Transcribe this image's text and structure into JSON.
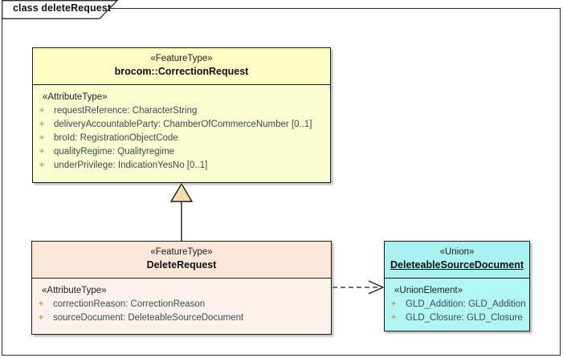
{
  "diagram": {
    "tab_label": "class deleteRequest",
    "type": "uml-class-diagram"
  },
  "colors": {
    "feature_type_fill": "#fdfdd2",
    "feature_type_header_fill": "#fdfdc4",
    "delete_request_fill": "#fdf2eb",
    "delete_request_header_fill": "#fbe6da",
    "union_fill": "#b2f5f5",
    "union_header_fill": "#aaf2f2",
    "border": "#1c1c1c",
    "visibility_marker": "#c8752a",
    "attribute_text": "#3a4a55",
    "generalization_triangle_fill": "#f2dcb0"
  },
  "classes": {
    "correction_request": {
      "stereotype": "«FeatureType»",
      "name": "brocom::CorrectionRequest",
      "group_stereotype": "«AttributeType»",
      "attributes": [
        {
          "visibility": "+",
          "text": "requestReference: CharacterString"
        },
        {
          "visibility": "+",
          "text": "deliveryAccountableParty: ChamberOfCommerceNumber [0..1]"
        },
        {
          "visibility": "+",
          "text": "broId: RegistrationObjectCode"
        },
        {
          "visibility": "+",
          "text": "qualityRegime: Qualityregime"
        },
        {
          "visibility": "+",
          "text": "underPrivilege: IndicationYesNo [0..1]"
        }
      ]
    },
    "delete_request": {
      "stereotype": "«FeatureType»",
      "name": "DeleteRequest",
      "group_stereotype": "«AttributeType»",
      "attributes": [
        {
          "visibility": "+",
          "text": "correctionReason: CorrectionReason"
        },
        {
          "visibility": "+",
          "text": "sourceDocument: DeleteableSourceDocument"
        }
      ]
    },
    "deleteable_source_document": {
      "stereotype": "«Union»",
      "name": "DeleteableSourceDocument",
      "group_stereotype": "«UnionElement»",
      "attributes": [
        {
          "visibility": "+",
          "text": "GLD_Addition: GLD_Addition"
        },
        {
          "visibility": "+",
          "text": "GLD_Closure: GLD_Closure"
        }
      ]
    }
  },
  "relationships": [
    {
      "kind": "generalization",
      "from": "DeleteRequest",
      "to": "brocom::CorrectionRequest",
      "line_style": "solid",
      "arrow": "hollow-triangle"
    },
    {
      "kind": "dependency",
      "from": "DeleteRequest",
      "to": "DeleteableSourceDocument",
      "line_style": "dashed",
      "arrow": "open-arrow"
    }
  ]
}
